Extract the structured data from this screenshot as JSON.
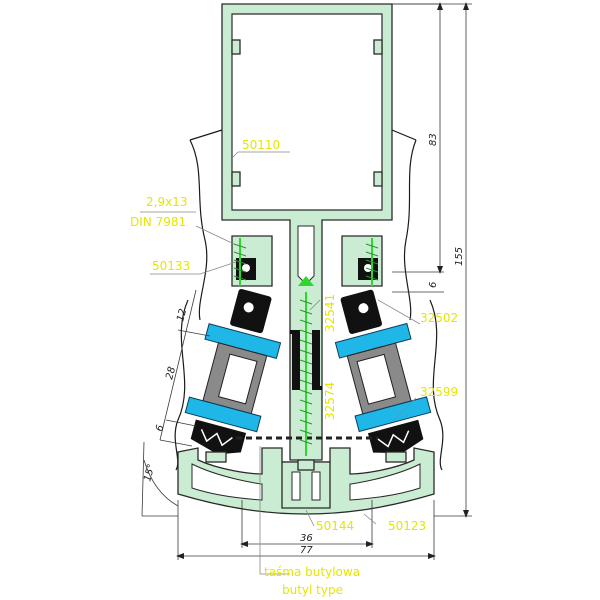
{
  "labels": {
    "profile_top": "50110",
    "screw_size": "2,9x13",
    "screw_std": "DIN 7981",
    "left_clip": "50133",
    "right_seal": "32502",
    "center_top": "32541",
    "center_bottom": "32574",
    "right_gasket": "32599",
    "bottom_cap": "50144",
    "bottom_profile": "50123"
  },
  "dimensions": {
    "total_height": "155",
    "upper_height": "83",
    "small_gap": "6",
    "left_12": "12",
    "left_28": "28",
    "left_6": "6",
    "left_15": "15°",
    "width_36": "36",
    "width_77": "77"
  },
  "note": {
    "line1": "taśma butylowa",
    "line2": "butyl type"
  },
  "colors": {
    "label": "#e6e600",
    "profile_fill": "#c9ecd2",
    "glass_spacer": "#1fb6e8",
    "screw": "#2bd92b"
  }
}
